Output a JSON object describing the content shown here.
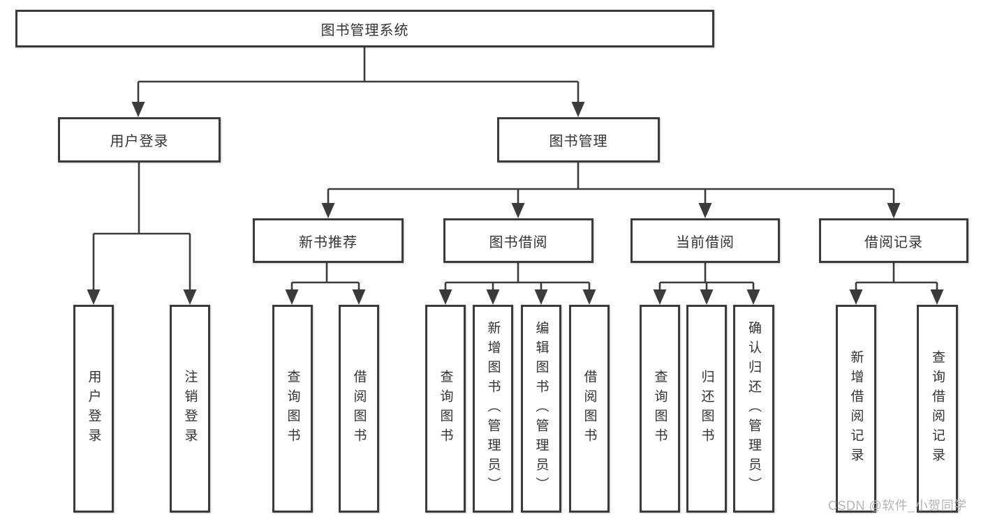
{
  "tree": {
    "label": "图书管理系统",
    "children": [
      {
        "label": "用户登录",
        "children": [
          {
            "label": "用户登录"
          },
          {
            "label": "注销登录"
          }
        ]
      },
      {
        "label": "图书管理",
        "children": [
          {
            "label": "新书推荐",
            "children": [
              {
                "label": "查询图书"
              },
              {
                "label": "借阅图书"
              }
            ]
          },
          {
            "label": "图书借阅",
            "children": [
              {
                "label": "查询图书"
              },
              {
                "label": "新增图书（管理员）"
              },
              {
                "label": "编辑图书（管理员）"
              },
              {
                "label": "借阅图书"
              }
            ]
          },
          {
            "label": "当前借阅",
            "children": [
              {
                "label": "查询图书"
              },
              {
                "label": "归还图书"
              },
              {
                "label": "确认归还（管理员）"
              }
            ]
          },
          {
            "label": "借阅记录",
            "children": [
              {
                "label": "新增借阅记录"
              },
              {
                "label": "查询借阅记录"
              }
            ]
          }
        ]
      }
    ]
  },
  "watermark": {
    "label": "CSDN @软件_小贺同学"
  },
  "colors": {
    "line": "#3b3b3b",
    "text": "#333333",
    "watermark": "#b5b5b5",
    "background": "#ffffff"
  }
}
